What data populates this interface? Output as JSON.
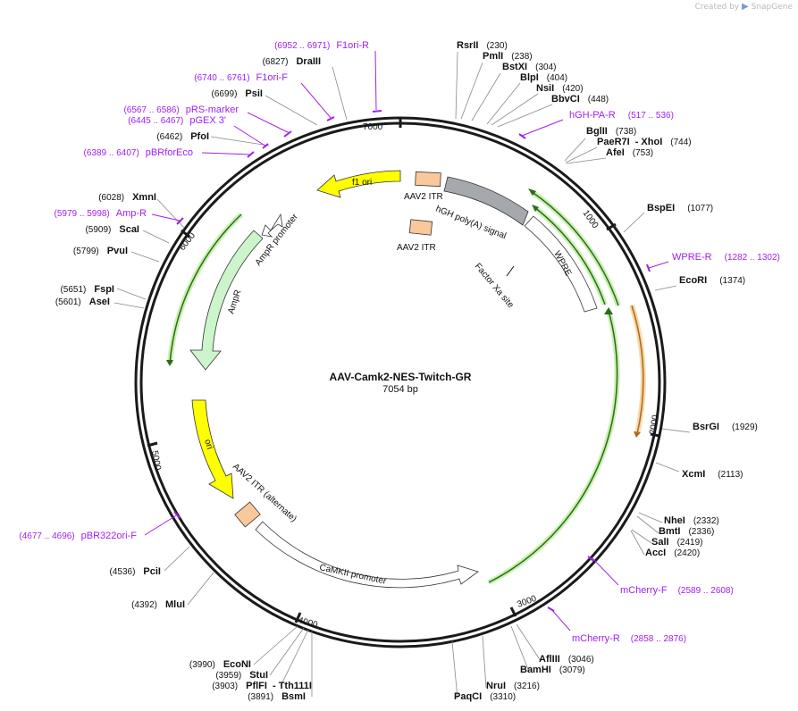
{
  "brand": {
    "prefix": "Created by",
    "name": "SnapGene"
  },
  "plasmid": {
    "name": "AAV-Camk2-NES-Twitch-GR",
    "size_label": "7054 bp"
  },
  "ticks": [
    {
      "label": "1000"
    },
    {
      "label": "2000"
    },
    {
      "label": "3000"
    },
    {
      "label": "4000"
    },
    {
      "label": "5000"
    },
    {
      "label": "6000"
    },
    {
      "label": "7000"
    }
  ],
  "features": [
    {
      "label": "f1 ori"
    },
    {
      "label": "AAV2 ITR"
    },
    {
      "label": "hGH poly(A) signal"
    },
    {
      "label": "AAV2 ITR"
    },
    {
      "label": "WPRE"
    },
    {
      "label": "Factor Xa site"
    },
    {
      "label": "AmpR promoter"
    },
    {
      "label": "AmpR"
    },
    {
      "label": "ori"
    },
    {
      "label": "AAV2 ITR (alternate)"
    },
    {
      "label": "CaMKII promoter"
    }
  ],
  "enzymes_right": [
    {
      "name": "RsrII",
      "pos": "(230)"
    },
    {
      "name": "PmlI",
      "pos": "(238)"
    },
    {
      "name": "BstXI",
      "pos": "(304)"
    },
    {
      "name": "BlpI",
      "pos": "(404)"
    },
    {
      "name": "NsiI",
      "pos": "(420)"
    },
    {
      "name": "BbvCI",
      "pos": "(448)"
    },
    {
      "name": "BglII",
      "pos": "(738)"
    },
    {
      "name": "PaeR7I",
      "name2": "- XhoI",
      "pos": "(744)"
    },
    {
      "name": "AfeI",
      "pos": "(753)"
    },
    {
      "name": "BspEI",
      "pos": "(1077)"
    },
    {
      "name": "EcoRI",
      "pos": "(1374)"
    },
    {
      "name": "BsrGI",
      "pos": "(1929)"
    },
    {
      "name": "XcmI",
      "pos": "(2113)"
    },
    {
      "name": "NheI",
      "pos": "(2332)"
    },
    {
      "name": "BmtI",
      "pos": "(2336)"
    },
    {
      "name": "SalI",
      "pos": "(2419)"
    },
    {
      "name": "AccI",
      "pos": "(2420)"
    },
    {
      "name": "AflIII",
      "pos": "(3046)"
    },
    {
      "name": "BamHI",
      "pos": "(3079)"
    },
    {
      "name": "NruI",
      "pos": "(3216)"
    },
    {
      "name": "PaqCI",
      "pos": "(3310)"
    }
  ],
  "enzymes_left": [
    {
      "name": "DraIII",
      "pos": "(6827)"
    },
    {
      "name": "PsiI",
      "pos": "(6699)"
    },
    {
      "name": "PfoI",
      "pos": "(6462)"
    },
    {
      "name": "XmnI",
      "pos": "(6028)"
    },
    {
      "name": "ScaI",
      "pos": "(5909)"
    },
    {
      "name": "PvuI",
      "pos": "(5799)"
    },
    {
      "name": "FspI",
      "pos": "(5651)"
    },
    {
      "name": "AseI",
      "pos": "(5601)"
    },
    {
      "name": "PciI",
      "pos": "(4536)"
    },
    {
      "name": "MluI",
      "pos": "(4392)"
    },
    {
      "name": "EcoNI",
      "pos": "(3990)"
    },
    {
      "name": "StuI",
      "pos": "(3959)"
    },
    {
      "name": "PflFI",
      "name2": "- Tth111I",
      "pos": "(3903)"
    },
    {
      "name": "BsmI",
      "pos": "(3891)"
    }
  ],
  "primers": [
    {
      "range": "(6952 .. 6971)",
      "name": "F1ori-R"
    },
    {
      "range": "(6740 .. 6761)",
      "name": "F1ori-F"
    },
    {
      "range": "(6567 .. 6586)",
      "name": "pRS-marker"
    },
    {
      "range": "(6445 .. 6467)",
      "name": "pGEX 3'"
    },
    {
      "range": "(6389 .. 6407)",
      "name": "pBRforEco"
    },
    {
      "range": "(5979 .. 5998)",
      "name": "Amp-R"
    },
    {
      "range": "(4677 .. 4696)",
      "name": "pBR322ori-F"
    },
    {
      "name": "hGH-PA-R",
      "range": "(517 .. 536)"
    },
    {
      "name": "WPRE-R",
      "range": "(1282 .. 1302)"
    },
    {
      "name": "mCherry-F",
      "range": "(2589 .. 2608)"
    },
    {
      "name": "mCherry-R",
      "range": "(2858 .. 2876)"
    }
  ],
  "colors": {
    "backbone": "#1a1a1a",
    "f1_ori": "#ffff00",
    "itr": "#f9c89b",
    "polyA": "#a5a9ae",
    "ampr": "#ccf5cc",
    "orf_green": "#7ac943",
    "orf_orange": "#e8a33c",
    "primer": "#a020f0"
  }
}
